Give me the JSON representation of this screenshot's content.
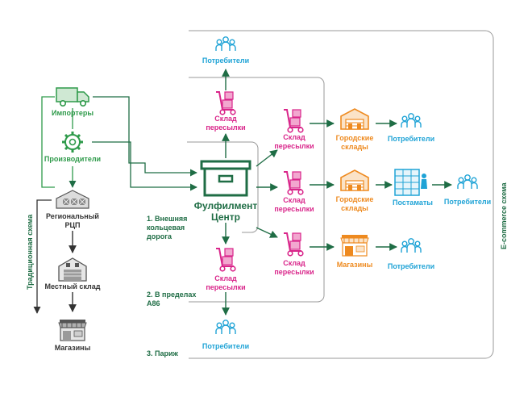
{
  "labels": {
    "consumers_top": "Потребители",
    "importers": "Импортеры",
    "producers": "Производители",
    "regional_dc": "Региональный\nРЦП",
    "local_warehouse": "Местный склад",
    "stores_left": "Магазины",
    "transfer_top": "Склад\nпересылки",
    "fulfillment": "Фулфилмент\nЦентр",
    "transfer_bottom": "Склад\nпересылки",
    "consumers_bottom": "Потребители",
    "zone1": "1. Внешняя\nкольцевая\nдорога",
    "zone2": "2. В пределах\nA86",
    "zone3": "3. Париж",
    "transfer_r1": "Склад\nпересылки",
    "transfer_r2": "Склад\nпересылки",
    "transfer_r3": "Склад\nпересылки",
    "city_wh1": "Городские\nсклады",
    "city_wh2": "Городские\nсклады",
    "stores_right": "Магазины",
    "consumers_r1": "Потребители",
    "lockers": "Постаматы",
    "consumers_r2": "Потребители",
    "consumers_r3": "Потребители",
    "traditional": "Традиционная схема",
    "ecommerce": "E-commerce схема"
  },
  "colors": {
    "green": "#2e9a4a",
    "dark_green": "#1f6d45",
    "pink": "#d9258a",
    "blue": "#1fa3d6",
    "orange": "#ee8a1f",
    "gray": "#8c8c8c",
    "dark": "#333333"
  },
  "icons": [
    "truck-icon",
    "gear-icon",
    "warehouse-icon",
    "box-icon",
    "hand-truck-icon",
    "people-icon",
    "store-icon",
    "parcel-locker-icon"
  ]
}
